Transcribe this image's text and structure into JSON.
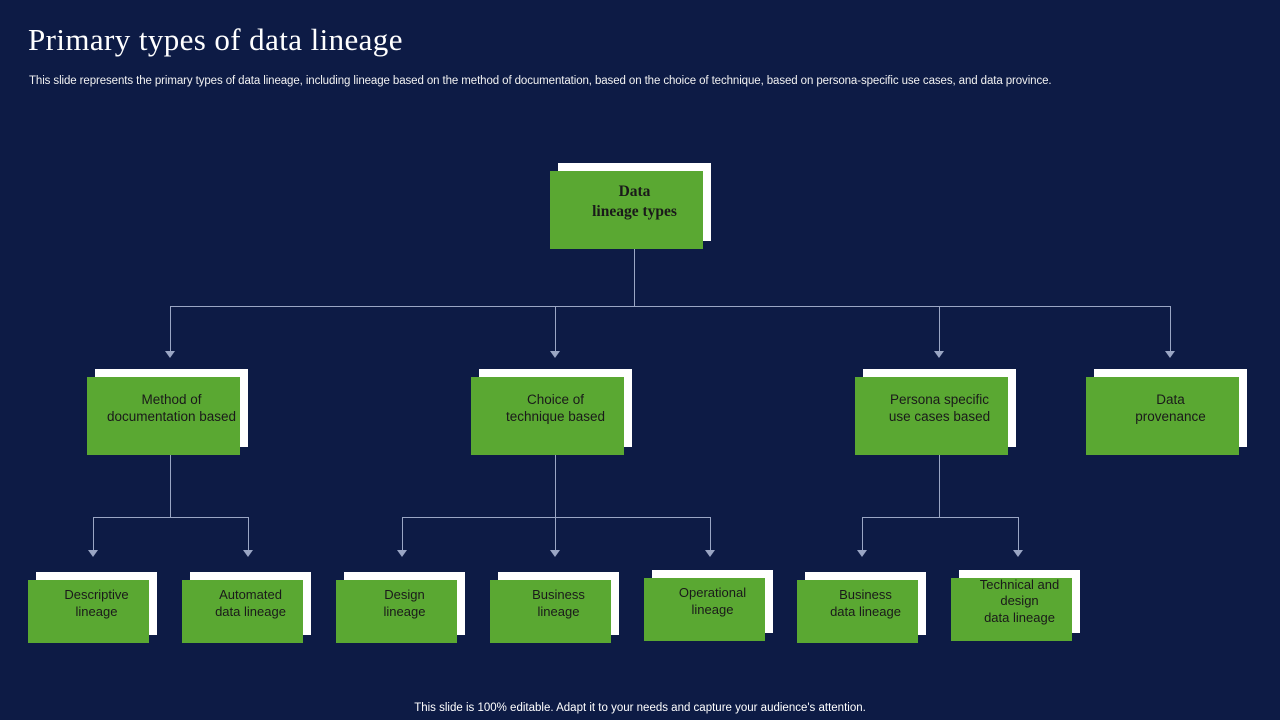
{
  "slide": {
    "title": "Primary types of  data lineage",
    "subtitle": "This slide represents the primary types of  data lineage, including lineage based on the method of documentation, based on the choice of technique, based on persona-specific use cases, and data province.",
    "footer": "This slide is 100% editable. Adapt it to your needs and capture your audience's attention.",
    "colors": {
      "background": "#0d1b45",
      "node_fill": "#ffffff",
      "accent_green": "#5aa832",
      "connector": "#9aa6c4",
      "text_light": "#ffffff",
      "text_dark": "#1a1a1a"
    }
  },
  "diagram": {
    "type": "tree",
    "root": {
      "label_line1": "Data",
      "label_line2": "lineage types"
    },
    "branches": [
      {
        "id": "method-of-documentation-based",
        "label_line1": "Method of",
        "label_line2": "documentation based",
        "children": [
          {
            "id": "descriptive-lineage",
            "label_line1": "Descriptive",
            "label_line2": "lineage"
          },
          {
            "id": "automated-data-lineage",
            "label_line1": "Automated",
            "label_line2": "data lineage"
          }
        ]
      },
      {
        "id": "choice-of-technique-based",
        "label_line1": "Choice of",
        "label_line2": "technique based",
        "children": [
          {
            "id": "design-lineage",
            "label_line1": "Design",
            "label_line2": "lineage"
          },
          {
            "id": "business-lineage",
            "label_line1": "Business",
            "label_line2": "lineage"
          },
          {
            "id": "operational-lineage",
            "label_line1": "Operational",
            "label_line2": "lineage"
          }
        ]
      },
      {
        "id": "persona-specific-use-cases-based",
        "label_line1": "Persona specific",
        "label_line2": "use cases based",
        "children": [
          {
            "id": "business-data-lineage",
            "label_line1": "Business",
            "label_line2": "data lineage"
          },
          {
            "id": "technical-and-design-data-lineage",
            "label_line1": "Technical and",
            "label_line2": "design",
            "label_line3": "data lineage"
          }
        ]
      },
      {
        "id": "data-provenance",
        "label_line1": "Data",
        "label_line2": "provenance",
        "children": []
      }
    ]
  }
}
